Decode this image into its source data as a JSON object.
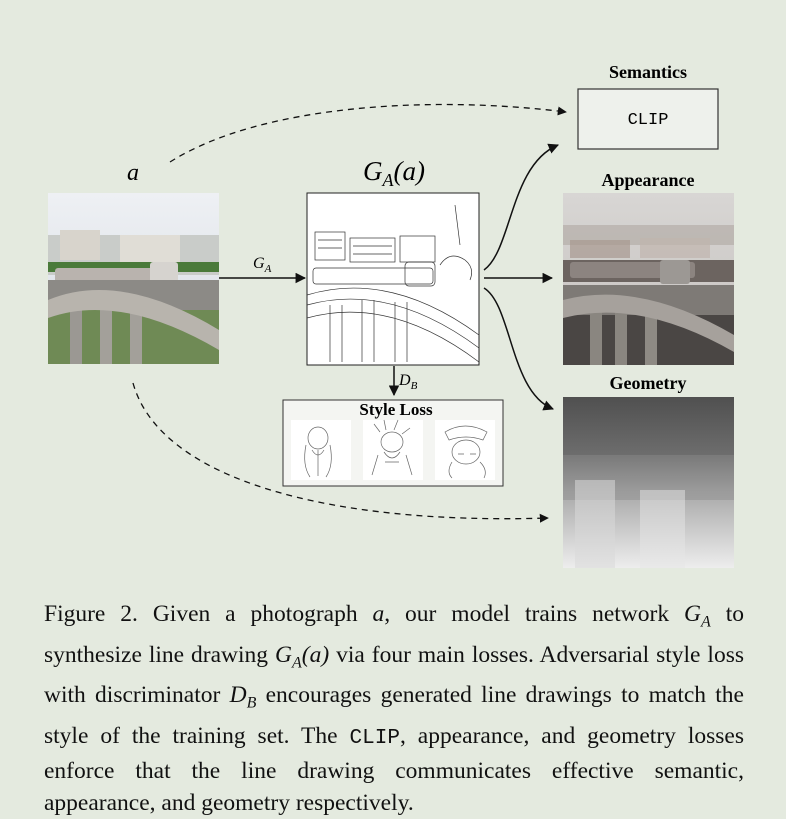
{
  "labels": {
    "a": "a",
    "ga_of_a": "G",
    "ga_sub": "A",
    "ga_paren": "(a)",
    "arrow_ga": "G",
    "arrow_ga_sub": "A",
    "arrow_db": "D",
    "arrow_db_sub": "B",
    "style_loss": "Style Loss",
    "semantics": "Semantics",
    "clip": "CLIP",
    "appearance": "Appearance",
    "geometry": "Geometry"
  },
  "caption": {
    "p1": "Figure 2. Given a photograph ",
    "a": "a",
    "p2": ", our model trains network ",
    "ga": "G",
    "ga_sub": "A",
    "p3": " to synthesize line drawing ",
    "ga2": "G",
    "ga2_sub": "A",
    "ga2_arg": "(a)",
    "p4": " via four main losses. Adversarial style loss with discriminator ",
    "db": "D",
    "db_sub": "B",
    "p5": " encourages generated line drawings to match the style of the training set. The ",
    "clip": "CLIP",
    "p6": ", appearance, and geometry losses enforce that the line drawing communicates effective semantic, appearance, and geometry respectively."
  }
}
